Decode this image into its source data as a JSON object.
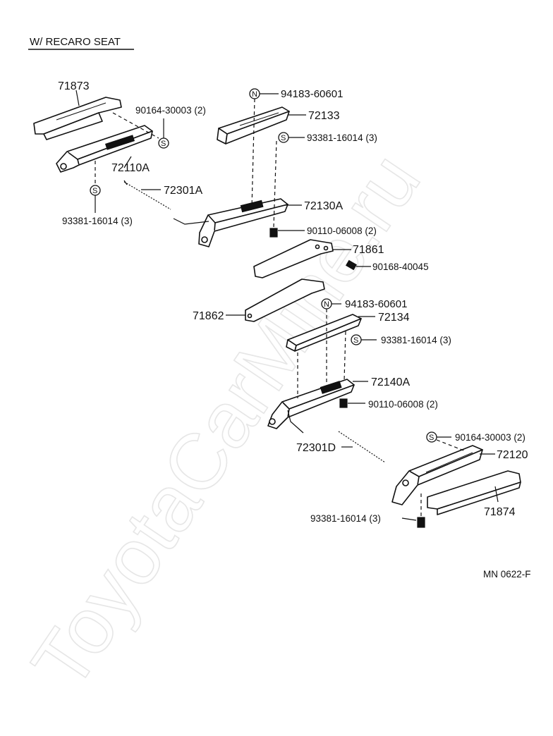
{
  "title": "W/ RECARO SEAT",
  "figure_code": "MN 0622-F",
  "watermark": "ToyotaCarMine.ru",
  "symbols": {
    "standard_part": "S",
    "non_reusable_part": "N"
  },
  "parts": [
    {
      "id": "p71873",
      "number": "71873"
    },
    {
      "id": "p90164a",
      "number": "90164-30003 (2)"
    },
    {
      "id": "p72110A",
      "number": "72110A"
    },
    {
      "id": "p72301A",
      "number": "72301A"
    },
    {
      "id": "p93381a",
      "number": "93381-16014 (3)"
    },
    {
      "id": "p94183a",
      "number": "94183-60601"
    },
    {
      "id": "p72133",
      "number": "72133"
    },
    {
      "id": "p93381b",
      "number": "93381-16014 (3)"
    },
    {
      "id": "p72130A",
      "number": "72130A"
    },
    {
      "id": "p90110a",
      "number": "90110-06008 (2)"
    },
    {
      "id": "p71861",
      "number": "71861"
    },
    {
      "id": "p90168",
      "number": "90168-40045"
    },
    {
      "id": "p94183b",
      "number": "94183-60601"
    },
    {
      "id": "p71862",
      "number": "71862"
    },
    {
      "id": "p72134",
      "number": "72134"
    },
    {
      "id": "p93381c",
      "number": "93381-16014 (3)"
    },
    {
      "id": "p72140A",
      "number": "72140A"
    },
    {
      "id": "p90110b",
      "number": "90110-06008 (2)"
    },
    {
      "id": "p72301D",
      "number": "72301D"
    },
    {
      "id": "p90164b",
      "number": "90164-30003 (2)"
    },
    {
      "id": "p72120",
      "number": "72120"
    },
    {
      "id": "p71874",
      "number": "71874"
    },
    {
      "id": "p93381d",
      "number": "93381-16014 (3)"
    }
  ]
}
